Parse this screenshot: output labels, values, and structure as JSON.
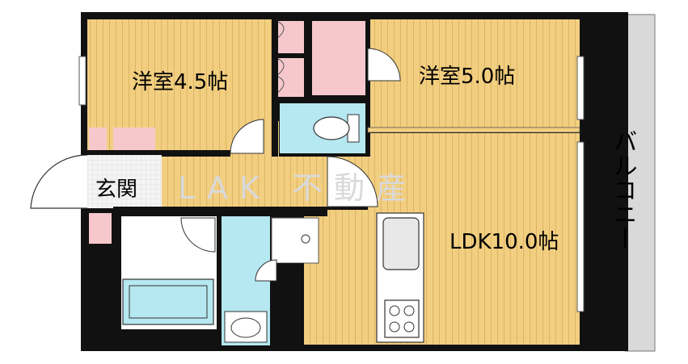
{
  "rooms": {
    "western_room_1": "洋室4.5帖",
    "western_room_2": "洋室5.0帖",
    "entrance": "玄関",
    "ldk": "LDK10.0帖",
    "balcony": "バルコニー"
  },
  "watermark": "LAK  不動産",
  "colors": {
    "wall": "#111111",
    "floor_wood": "#f2cf80",
    "floor_wood_line": "#d7aa55",
    "wet_area": "#b5e8f0",
    "closet": "#f6c8cc",
    "balcony": "#d9d9d9",
    "entrance_tile": "#f4f4f4"
  }
}
